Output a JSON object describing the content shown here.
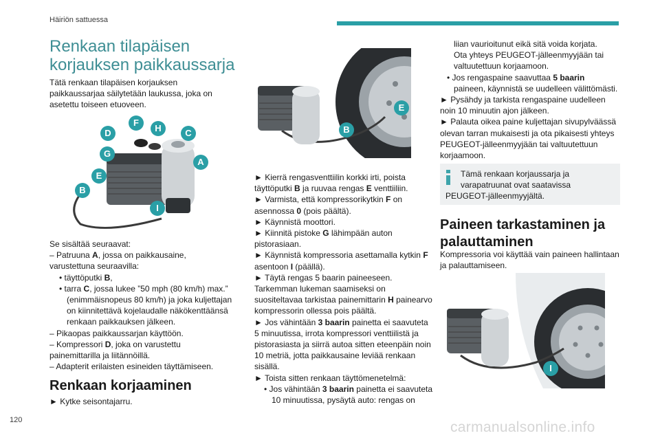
{
  "header": {
    "section": "Häiriön sattuessa",
    "accent_color": "#2a9fa6",
    "page_number": "120",
    "watermark": "carmanualsonline.info"
  },
  "col1": {
    "title_line1": "Renkaan tilapäisen",
    "title_line2": "korjauksen paikkaussarja",
    "intro": [
      "Tätä renkaan tilapäisen korjauksen",
      "paikkaussarjaa säilytetään laukussa, joka on",
      "asetettu toiseen etuoveen."
    ],
    "kit_labels": [
      "F",
      "D",
      "H",
      "C",
      "G",
      "A",
      "E",
      "B",
      "I"
    ],
    "contents_intro": "Se sisältää seuraavat:",
    "item1_a": "–  Patruuna ",
    "item1_b": "A",
    "item1_c": ", jossa on paikkausaine,",
    "item1_d": "varustettuna seuraavilla:",
    "sub1_a": "•  täyttöputki ",
    "sub1_b": "B",
    "sub1_c": ",",
    "sub2_a": "•  tarra ",
    "sub2_b": "C",
    "sub2_c": ", jossa lukee ”50 mph (80 km/h) max.”",
    "sub2_lines": [
      "(enimmäisnopeus 80 km/h) ja joka kuljettajan",
      "on kiinnitettävä kojelaudalle näkökenttäänsä",
      "renkaan paikkauksen jälkeen."
    ],
    "item2": "–  Pikaopas paikkaussarjan käyttöön.",
    "item3_a": "–  Kompressori ",
    "item3_b": "D",
    "item3_c": ", joka on varustettu",
    "item3_d": "painemittarilla ja liitännöillä.",
    "item4": "–  Adapterit erilaisten esineiden täyttämiseen.",
    "h2": "Renkaan korjaaminen",
    "step1": "►  Kytke seisontajarru."
  },
  "col2": {
    "img_labels": [
      "E",
      "B"
    ],
    "l01a": "►  Kierrä rengasventtiilin korkki irti, poista",
    "l02a": "täyttöputki ",
    "l02b": "B",
    "l02c": " ja ruuvaa rengas ",
    "l02d": "E",
    "l02e": " venttiiliin.",
    "l03a": "►  Varmista, että kompressorikytkin ",
    "l03b": "F",
    "l03c": " on",
    "l04a": "asennossa ",
    "l04b": "0",
    "l04c": " (pois päältä).",
    "l05": "►  Käynnistä moottori.",
    "l06a": "►  Kiinnitä pistoke ",
    "l06b": "G",
    "l06c": " lähimpään auton",
    "l07": "pistorasiaan.",
    "l08a": "►  Käynnistä kompressoria asettamalla kytkin ",
    "l08b": "F",
    "l09a": "asentoon ",
    "l09b": "I",
    "l09c": " (päällä).",
    "l10": "►  Täytä rengas 5 baarin paineeseen.",
    "l11": "Tarkemman lukeman saamiseksi on",
    "l12a": "suositeltavaa tarkistaa painemittarin ",
    "l12b": "H",
    "l12c": " painearvo",
    "l13": "kompressorin ollessa pois päältä.",
    "l14a": "►  Jos vähintään ",
    "l14b": "3 baarin",
    "l14c": " painetta ei saavuteta",
    "l15": "5 minuutissa, irrota kompressori venttiilistä ja",
    "l16": "pistorasiasta ja siirrä autoa sitten eteenpäin noin",
    "l17": "10 metriä, jotta paikkausaine leviää renkaan",
    "l18": "sisällä.",
    "l19": "►  Toista sitten renkaan täyttömenetelmä:",
    "l20a": "•  Jos vähintään ",
    "l20b": "3 baarin",
    "l20c": " painetta ei saavuteta",
    "l21": "10 minuutissa, pysäytä auto: rengas on"
  },
  "col3": {
    "l01": "liian vaurioitunut eikä sitä voida korjata.",
    "l02": "Ota yhteys PEUGEOT-jälleenmyyjään tai",
    "l03": "valtuutettuun korjaamoon.",
    "l04a": "•  Jos rengaspaine saavuttaa ",
    "l04b": "5 baarin",
    "l05": "paineen, käynnistä se uudelleen välittömästi.",
    "l06": "►  Pysähdy ja tarkista rengaspaine uudelleen",
    "l07": "noin 10 minuutin ajon jälkeen.",
    "l08": "►  Palauta oikea paine kuljettajan sivupylväässä",
    "l09": "olevan tarran mukaisesti ja ota pikaisesti yhteys",
    "l10": "PEUGEOT-jälleenmyyjään tai valtuutettuun",
    "l11": "korjaamoon.",
    "info_l1": "Tämä renkaan korjaussarja ja",
    "info_l2": "varapatruunat ovat saatavissa",
    "info_l3": "PEUGEOT-jälleenmyyjältä.",
    "h2_l1": "Paineen tarkastaminen ja",
    "h2_l2": "palauttaminen",
    "p1": "Kompressoria voi käyttää vain paineen hallintaan",
    "p2": "ja palauttamiseen.",
    "img_label": "I"
  }
}
